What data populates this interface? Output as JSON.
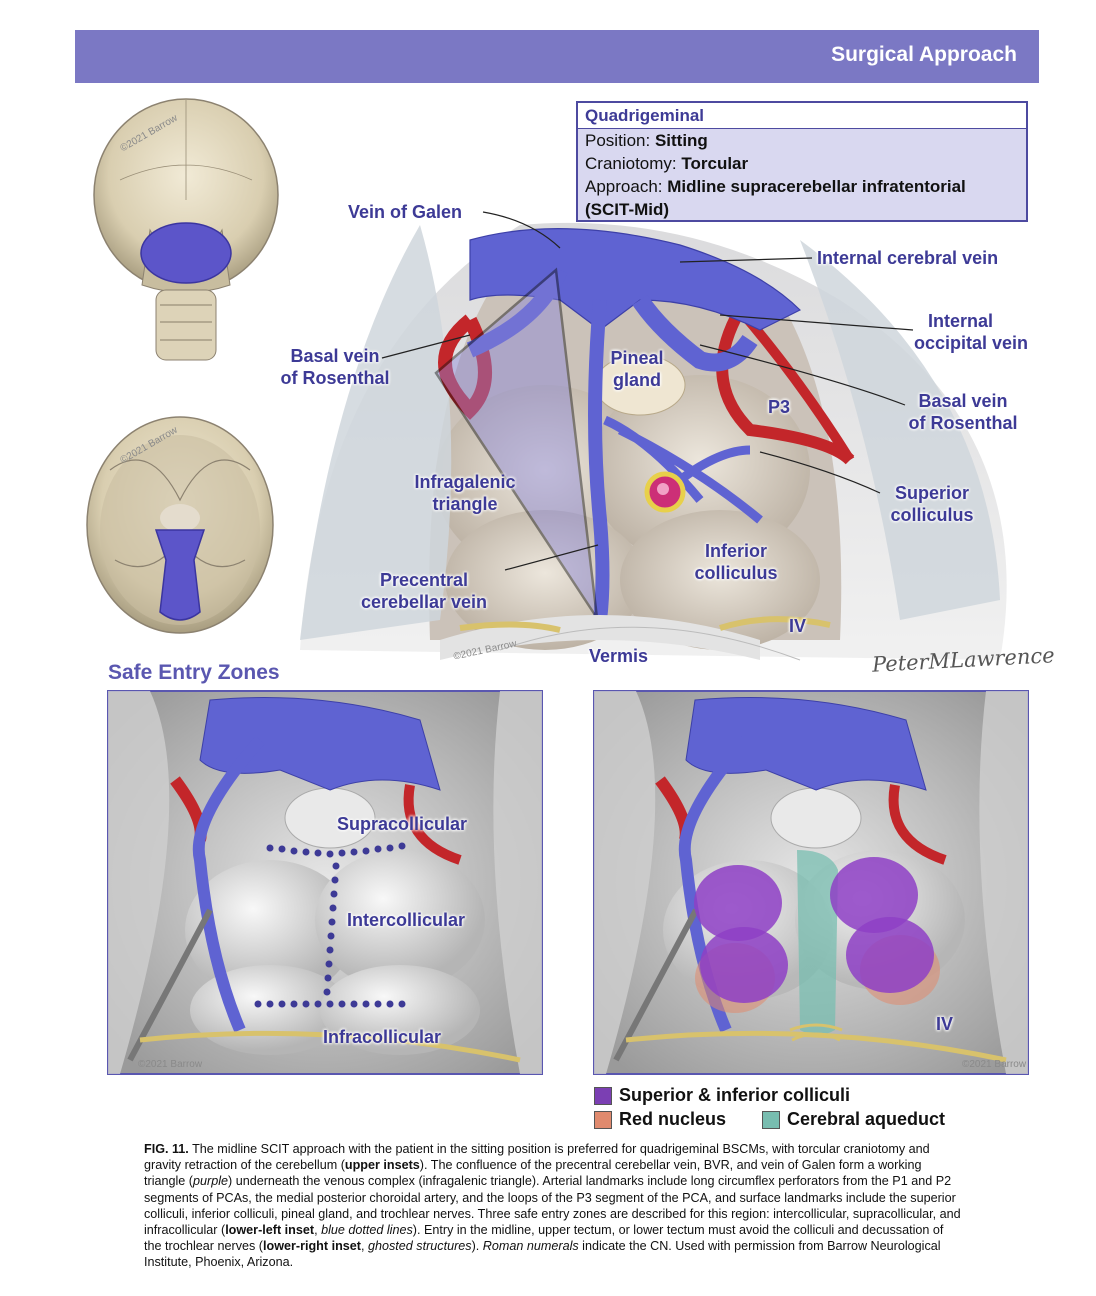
{
  "header": {
    "title": "Surgical Approach"
  },
  "infobox": {
    "title": "Quadrigeminal",
    "position_key": "Position:",
    "position_value": "Sitting",
    "craniotomy_key": "Craniotomy:",
    "craniotomy_value": "Torcular",
    "approach_key": "Approach:",
    "approach_value": "Midline supracerebellar infratentorial",
    "approach_abbrev": "(SCIT-Mid)"
  },
  "labels": {
    "vein_of_galen": "Vein of Galen",
    "internal_cerebral_vein": "Internal cerebral vein",
    "internal_occipital_vein_1": "Internal",
    "internal_occipital_vein_2": "occipital vein",
    "basal_vein_left_1": "Basal vein",
    "basal_vein_left_2": "of Rosenthal",
    "basal_vein_right_1": "Basal vein",
    "basal_vein_right_2": "of Rosenthal",
    "pineal_1": "Pineal",
    "pineal_2": "gland",
    "p3": "P3",
    "infragalenic_1": "Infragalenic",
    "infragalenic_2": "triangle",
    "superior_colliculus_1": "Superior",
    "superior_colliculus_2": "colliculus",
    "inferior_colliculus_1": "Inferior",
    "inferior_colliculus_2": "colliculus",
    "precentral_1": "Precentral",
    "precentral_2": "cerebellar vein",
    "roman_iv_top": "IV",
    "vermis": "Vermis",
    "supracollicular": "Supracollicular",
    "intercollicular": "Intercollicular",
    "infracollicular": "Infracollicular",
    "roman_iv_inset": "IV"
  },
  "section": {
    "safe_entry_zones": "Safe Entry Zones"
  },
  "legend": {
    "items": [
      {
        "label": "Superior & inferior colliculi",
        "color": "#7b3fb3"
      },
      {
        "label": "Red nucleus",
        "color": "#e08a6e"
      },
      {
        "label": "Cerebral aqueduct",
        "color": "#78bdb0"
      }
    ]
  },
  "signature": "PeterMLawrence",
  "copyright": {
    "skull_top": "©2021 Barrow",
    "skull_base": "©2021 Barrow",
    "main": "©2021 Barrow",
    "inset_left": "©2021 Barrow",
    "inset_right": "©2021 Barrow"
  },
  "caption": {
    "fig": "FIG. 11.",
    "t1": " The midline SCIT approach with the patient in the sitting position is preferred for quadrigeminal BSCMs, with torcular craniotomy and gravity retraction of the cerebellum (",
    "b1": "upper insets",
    "t2": "). The confluence of the precentral cerebellar vein, BVR, and vein of Galen form a working triangle (",
    "i1": "purple",
    "t3": ") underneath the venous complex (infragalenic triangle). Arterial landmarks include long circumflex perforators from the P1 and P2 segments of PCAs, the medial posterior choroidal artery, and the loops of the P3 segment of the PCA, and surface landmarks include the superior colliculi, inferior colliculi, pineal gland, and trochlear nerves. Three safe entry zones are described for this region: intercollicular, supracollicular, and infracollicular (",
    "b2": "lower-left inset",
    "t4": ", ",
    "i2": "blue dotted lines",
    "t5": "). Entry in the midline, upper tectum, or lower tectum must avoid the colliculi and decussation of the trochlear nerves (",
    "b3": "lower-right inset",
    "t6": ", ",
    "i3": "ghosted structures",
    "t7": "). ",
    "i4": "Roman numerals",
    "t8": " indicate the CN. Used with permission from Barrow Neurological Institute, Phoenix, Arizona."
  }
}
